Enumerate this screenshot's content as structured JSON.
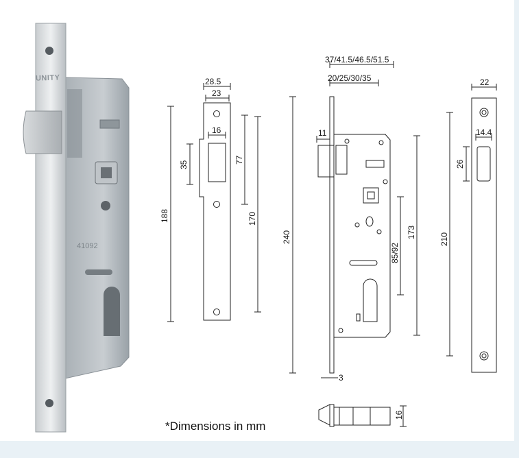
{
  "product": {
    "brand": "UNITY"
  },
  "note": "*Dimensions in mm",
  "dimensions": {
    "strike_total_width": "28.5",
    "strike_width": "23",
    "strike_slot_width": "16",
    "strike_slot_height": "35",
    "strike_center_distance": "77",
    "strike_hole_distance": "188",
    "strike_inner_length": "170",
    "backsets": "37/41.5/46.5/51.5",
    "case_depths": "20/25/30/35",
    "latch_projection": "11",
    "faceplate_length": "240",
    "case_height": "173",
    "center_distance": "85/92",
    "faceplate_thickness": "3",
    "case_thickness": "16",
    "faceplate_width": "22",
    "faceplate_slot_width": "14.4",
    "faceplate_slot_height": "26",
    "faceplate_hole_distance": "210"
  }
}
